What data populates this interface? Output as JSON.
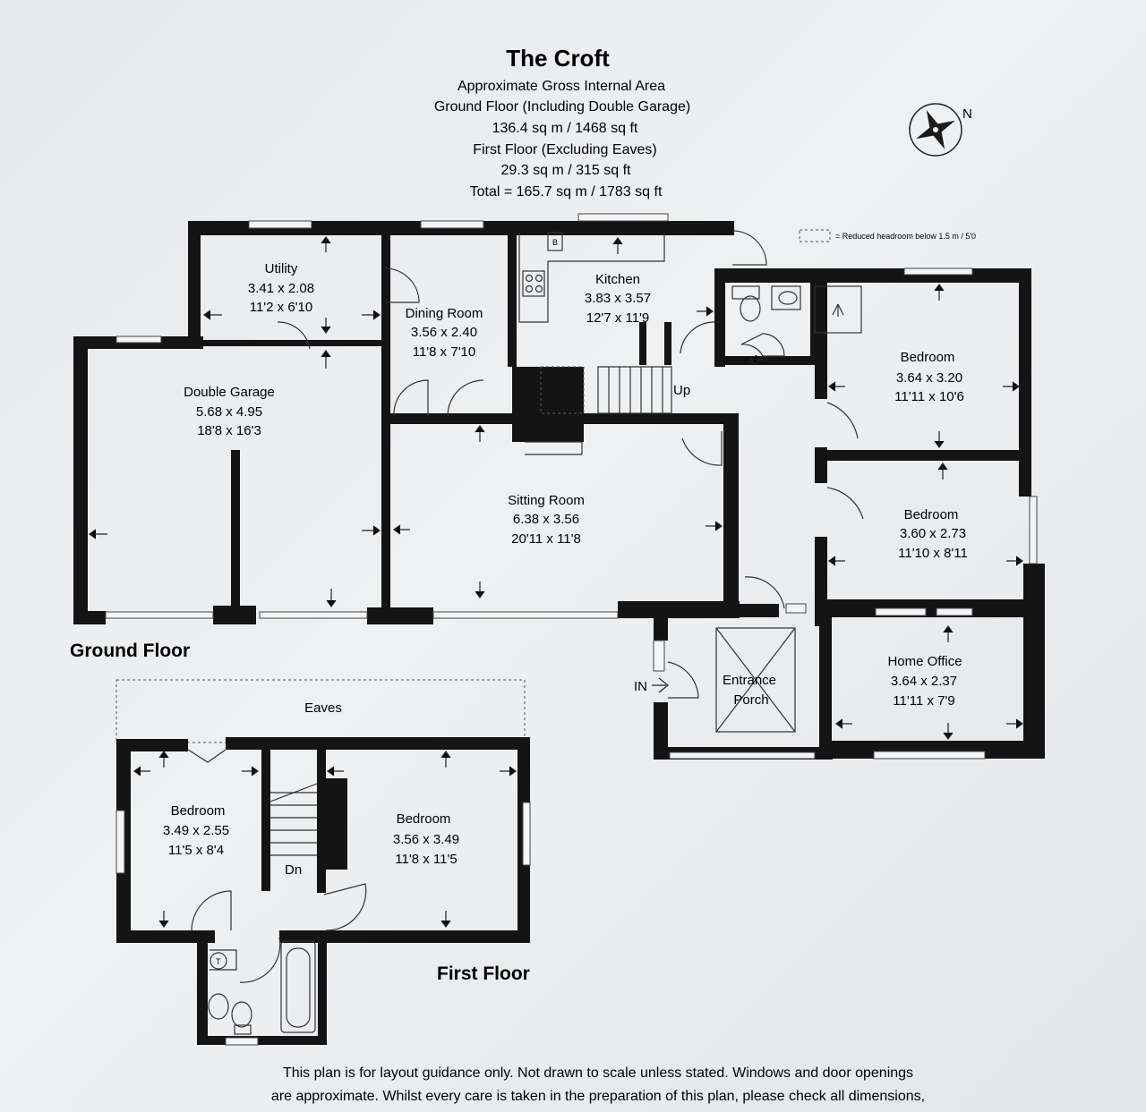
{
  "header": {
    "title": "The Croft",
    "area_lines": [
      "Approximate Gross Internal Area",
      "Ground Floor (Including Double Garage)",
      "136.4 sq m / 1468 sq ft",
      "First Floor (Excluding Eaves)",
      "29.3 sq m / 315 sq ft",
      "Total = 165.7 sq m / 1783 sq ft"
    ]
  },
  "compass": {
    "label": "N"
  },
  "legend": {
    "text": "= Reduced headroom below 1.5 m / 5'0"
  },
  "ground_floor": {
    "label": "Ground Floor",
    "rooms": {
      "utility": {
        "name": "Utility",
        "metric": "3.41 x 2.08",
        "imperial": "11'2 x 6'10"
      },
      "dining": {
        "name": "Dining Room",
        "metric": "3.56 x 2.40",
        "imperial": "11'8 x 7'10"
      },
      "kitchen": {
        "name": "Kitchen",
        "metric": "3.83 x 3.57",
        "imperial": "12'7 x 11'9"
      },
      "garage": {
        "name": "Double Garage",
        "metric": "5.68 x 4.95",
        "imperial": "18'8 x 16'3"
      },
      "sitting": {
        "name": "Sitting Room",
        "metric": "6.38 x 3.56",
        "imperial": "20'11 x 11'8"
      },
      "bedroom1": {
        "name": "Bedroom",
        "metric": "3.64 x 3.20",
        "imperial": "11'11 x 10'6"
      },
      "bedroom2": {
        "name": "Bedroom",
        "metric": "3.60 x 2.73",
        "imperial": "11'10 x 8'11"
      },
      "office": {
        "name": "Home Office",
        "metric": "3.64 x 2.37",
        "imperial": "11'11 x 7'9"
      },
      "porch_line1": "Entrance",
      "porch_line2": "Porch"
    },
    "stair_label": "Up",
    "entry_label": "IN",
    "boiler_label": "B"
  },
  "first_floor": {
    "label": "First Floor",
    "eaves": "Eaves",
    "stair_label": "Dn",
    "wc_label": "T",
    "rooms": {
      "bedroom_a": {
        "name": "Bedroom",
        "metric": "3.49 x 2.55",
        "imperial": "11'5 x 8'4"
      },
      "bedroom_b": {
        "name": "Bedroom",
        "metric": "3.56 x 3.49",
        "imperial": "11'8 x 11'5"
      }
    }
  },
  "disclaimer": [
    "This plan is for layout guidance only. Not drawn to scale unless stated. Windows and door openings",
    "are approximate. Whilst every care is taken in the preparation of this plan, please check all dimensions,"
  ]
}
